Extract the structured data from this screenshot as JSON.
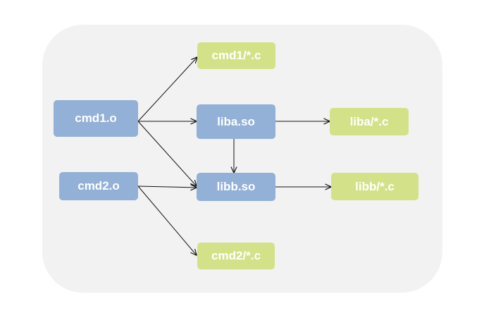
{
  "diagram": {
    "nodes": [
      {
        "id": "cmd1_o",
        "label": "cmd1.o",
        "kind": "obj"
      },
      {
        "id": "cmd2_o",
        "label": "cmd2.o",
        "kind": "obj"
      },
      {
        "id": "liba_so",
        "label": "liba.so",
        "kind": "obj"
      },
      {
        "id": "libb_so",
        "label": "libb.so",
        "kind": "obj"
      },
      {
        "id": "cmd1_c",
        "label": "cmd1/*.c",
        "kind": "src"
      },
      {
        "id": "cmd2_c",
        "label": "cmd2/*.c",
        "kind": "src"
      },
      {
        "id": "liba_c",
        "label": "liba/*.c",
        "kind": "src"
      },
      {
        "id": "libb_c",
        "label": "libb/*.c",
        "kind": "src"
      }
    ],
    "edges": [
      {
        "from": "cmd1_o",
        "to": "cmd1_c"
      },
      {
        "from": "cmd1_o",
        "to": "liba_so"
      },
      {
        "from": "cmd1_o",
        "to": "libb_so"
      },
      {
        "from": "cmd2_o",
        "to": "libb_so"
      },
      {
        "from": "cmd2_o",
        "to": "cmd2_c"
      },
      {
        "from": "liba_so",
        "to": "liba_c"
      },
      {
        "from": "liba_so",
        "to": "libb_so"
      },
      {
        "from": "libb_so",
        "to": "libb_c"
      }
    ],
    "colors": {
      "object_node": "#93b0d6",
      "source_node": "#d3e288",
      "background_panel": "#f2f2f2",
      "arrow": "#111111",
      "label_text": "#ffffff"
    }
  }
}
